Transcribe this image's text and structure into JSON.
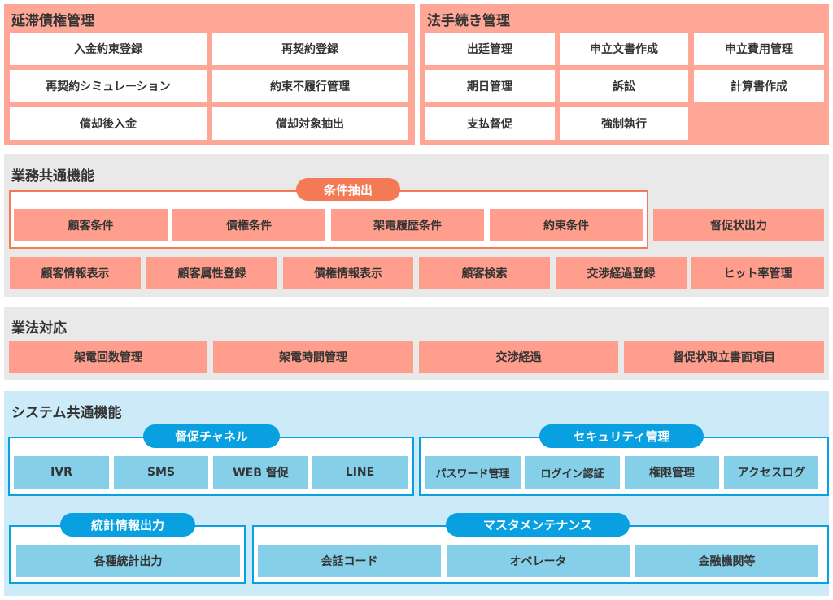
{
  "delinquent": {
    "title": "延滞債権管理",
    "items": [
      "入金約束登録",
      "再契約登録",
      "再契約シミュレーション",
      "約束不履行管理",
      "償却後入金",
      "償却対象抽出"
    ]
  },
  "legal": {
    "title": "法手続き管理",
    "items": [
      "出廷管理",
      "申立文書作成",
      "申立費用管理",
      "期日管理",
      "訴訟",
      "計算書作成",
      "支払督促",
      "強制執行"
    ]
  },
  "common": {
    "title": "業務共通機能",
    "extract_label": "条件抽出",
    "extract_items": [
      "顧客条件",
      "債権条件",
      "架電履歴条件",
      "約束条件"
    ],
    "notice": "督促状出力",
    "items": [
      "顧客情報表示",
      "顧客属性登録",
      "債権情報表示",
      "顧客検索",
      "交渉経過登録",
      "ヒット率管理"
    ]
  },
  "law": {
    "title": "業法対応",
    "items": [
      "架電回数管理",
      "架電時間管理",
      "交渉経過",
      "督促状取立書面項目"
    ]
  },
  "system": {
    "title": "システム共通機能",
    "channel": {
      "label": "督促チャネル",
      "items": [
        "IVR",
        "SMS",
        "WEB 督促",
        "LINE"
      ]
    },
    "security": {
      "label": "セキュリティ管理",
      "items": [
        "パスワード管理",
        "ログイン認証",
        "権限管理",
        "アクセスログ"
      ]
    },
    "stats": {
      "label": "統計情報出力",
      "items": [
        "各種統計出力"
      ]
    },
    "master": {
      "label": "マスタメンテナンス",
      "items": [
        "会話コード",
        "オペレータ",
        "金融機関等"
      ]
    }
  }
}
